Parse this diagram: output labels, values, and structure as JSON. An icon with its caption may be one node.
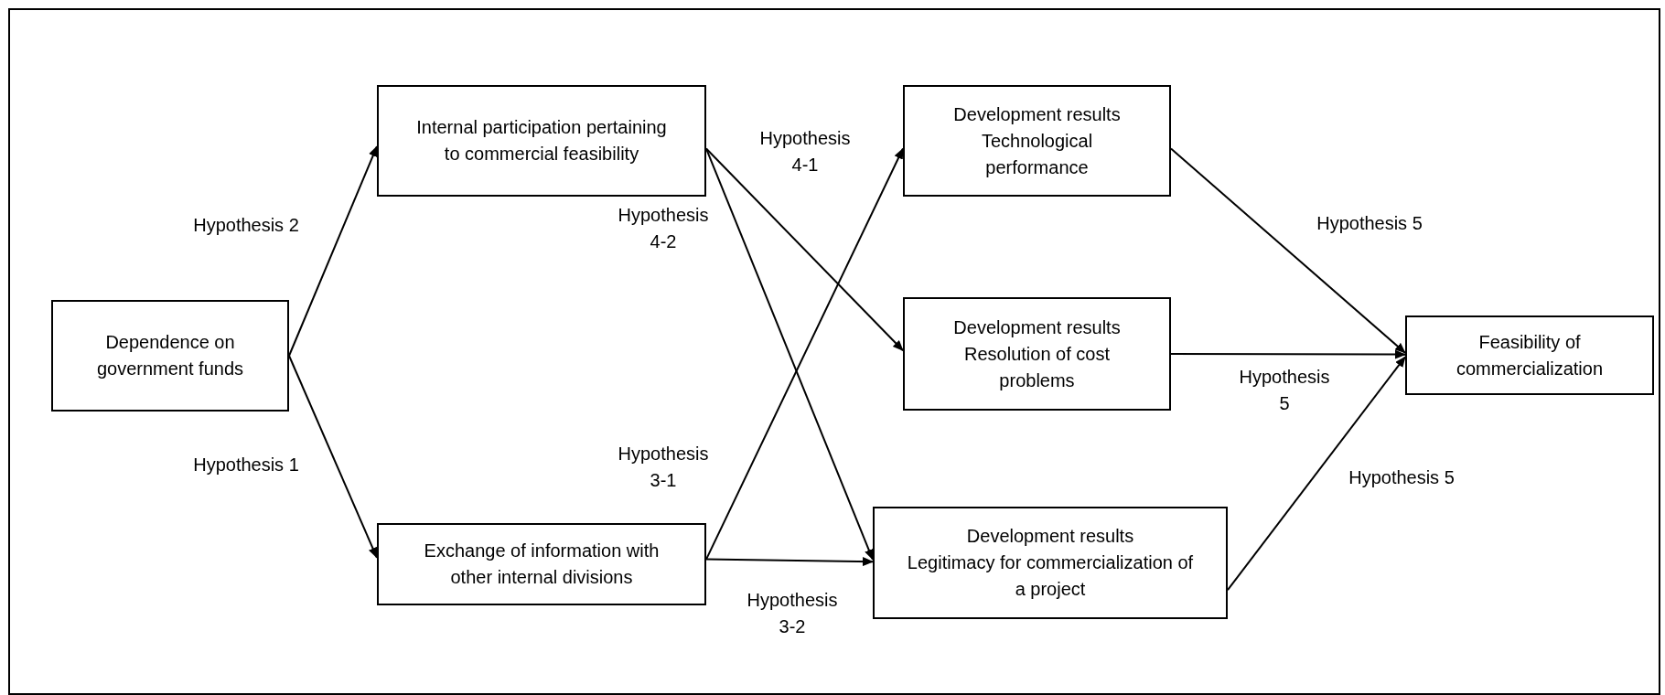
{
  "diagram": {
    "nodes": [
      {
        "text": [
          "Dependence on government funds"
        ]
      },
      {
        "text": [
          "Internal participation pertaining to commercial feasibility"
        ]
      },
      {
        "text": [
          "Exchange of information with other internal divisions"
        ]
      },
      {
        "text": [
          "Development results",
          "Technological performance"
        ]
      },
      {
        "text": [
          "Development results",
          "Resolution of cost problems"
        ]
      },
      {
        "text": [
          "Development results",
          "Legitimacy for commercialization of a project"
        ]
      },
      {
        "text": [
          "Feasibility of commercialization"
        ]
      }
    ],
    "edges": [
      {
        "from": 0,
        "to": 1,
        "arrow": "to",
        "label": "Hypothesis 2"
      },
      {
        "from": 0,
        "to": 2,
        "arrow": "to",
        "label": "Hypothesis 1"
      },
      {
        "from": 1,
        "to": 4,
        "arrow": "to",
        "label": "Hypothesis 4-1"
      },
      {
        "from": 1,
        "to": 5,
        "arrow": "to",
        "label": "Hypothesis 4-2"
      },
      {
        "from": 2,
        "to": 3,
        "arrow": "to",
        "label": "Hypothesis 3-1"
      },
      {
        "from": 2,
        "to": 5,
        "arrow": "to",
        "label": "Hypothesis 3-2"
      },
      {
        "from": 3,
        "to": 6,
        "arrow": "to",
        "label": "Hypothesis 5"
      },
      {
        "from": 4,
        "to": 6,
        "arrow": "to",
        "label": "Hypothesis 5"
      },
      {
        "from": 5,
        "to": 6,
        "arrow": "to",
        "label": "Hypothesis 5"
      }
    ]
  }
}
